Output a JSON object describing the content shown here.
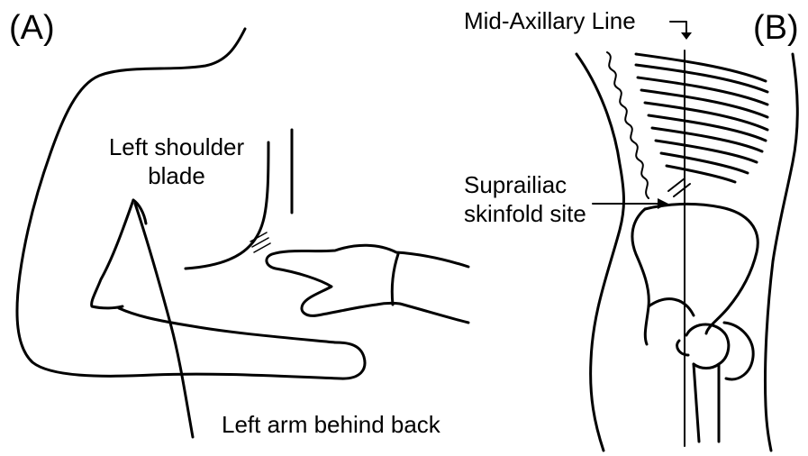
{
  "panels": {
    "a": {
      "label": "(A)"
    },
    "b": {
      "label": "(B)"
    }
  },
  "labels": {
    "shoulder_blade_line1": "Left shoulder",
    "shoulder_blade_line2": "blade",
    "arm_behind_back": "Left arm behind back",
    "mid_axillary_line": "Mid-Axillary Line",
    "suprailiac_line1": "Suprailiac",
    "suprailiac_line2": "skinfold site"
  },
  "colors": {
    "line": "#000000",
    "background": "#ffffff"
  }
}
